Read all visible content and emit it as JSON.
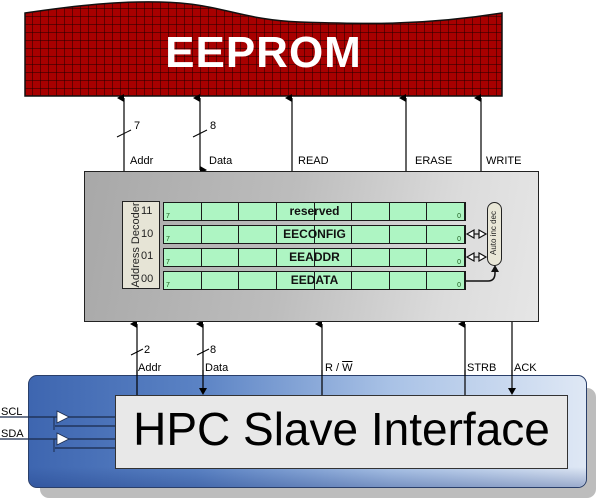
{
  "eeprom": {
    "title": "EEPROM",
    "fill_color": "#a80000",
    "grid_color": "#1a0000"
  },
  "top_signals": [
    {
      "label": "Addr",
      "width": "7",
      "direction": "up"
    },
    {
      "label": "Data",
      "width": "8",
      "direction": "bidirectional"
    },
    {
      "label": "READ",
      "direction": "up"
    },
    {
      "label": "ERASE",
      "direction": "up"
    },
    {
      "label": "WRITE",
      "direction": "up"
    }
  ],
  "register_block": {
    "decoder_title": "Address Decoder",
    "registers": [
      {
        "code": "11",
        "name": "reserved",
        "msb": "7",
        "lsb": "0"
      },
      {
        "code": "10",
        "name": "EECONFIG",
        "msb": "7",
        "lsb": "0"
      },
      {
        "code": "01",
        "name": "EEADDR",
        "msb": "7",
        "lsb": "0"
      },
      {
        "code": "00",
        "name": "EEDATA",
        "msb": "7",
        "lsb": "0"
      }
    ],
    "register_color": "#aef5c3",
    "auto_inc_label": "Auto inc dec"
  },
  "bottom_signals": [
    {
      "label": "Addr",
      "width": "2",
      "direction": "up"
    },
    {
      "label": "Data",
      "width": "8",
      "direction": "bidirectional"
    },
    {
      "label": "R / W",
      "r_part": "R / ",
      "w_part": "W",
      "w_overline": true,
      "direction": "up"
    },
    {
      "label": "STRB",
      "direction": "up"
    },
    {
      "label": "ACK",
      "direction": "down"
    }
  ],
  "hpc": {
    "title": "HPC Slave Interface",
    "color": "#4a72b8",
    "inputs": [
      "SCL",
      "SDA"
    ]
  }
}
